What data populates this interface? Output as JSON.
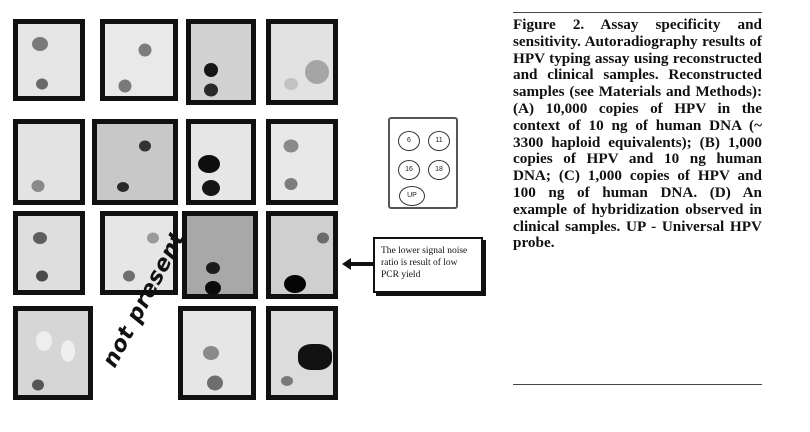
{
  "figure": {
    "annotation_not_present": "not present",
    "legend": {
      "probes": [
        "6",
        "11",
        "16",
        "18",
        "UP"
      ]
    },
    "note": "The lower signal noise ratio is result of low PCR yield",
    "caption": "Figure 2. Assay specificity and sensitivity. Autoradiography results of HPV typing assay using reconstructed and clinical samples. Reconstructed samples (see Materials and Methods): (A) 10,000 copies of HPV in the context of 10 ng of human DNA (~ 3300 haploid equivalents); (B) 1,000 copies of HPV and 10 ng human DNA; (C) 1,000 copies of HPV and 100 ng of human DNA. (D) An example of hybridization observed in clinical samples. UP - Universal HPV probe."
  },
  "colors": {
    "frame": "#111111",
    "dot_dark": "#141414",
    "dot_mid": "#6a6a6a"
  }
}
